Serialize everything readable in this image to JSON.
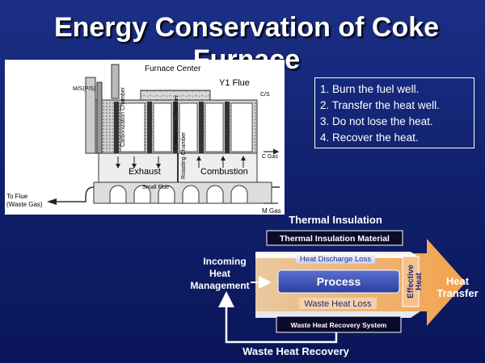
{
  "slide": {
    "title": "Energy Conservation of Coke Furnace"
  },
  "principles": [
    "1. Burn the fuel well.",
    "2. Transfer the heat well.",
    "3. Do not lose the heat.",
    "4. Recover the heat."
  ],
  "furnace_figure": {
    "labels": {
      "furnace_center": "Furnace Center",
      "y1_flue": "Y1 Flue",
      "ms_ps": "M/S(P/S)",
      "cs": "C/S",
      "carbonization_chamber": "Carbonization Chamber",
      "combustion_chamber_1": "Combustion Chamber",
      "exhaust": "Exhaust",
      "roasting_chamber": "Roasting Chamber",
      "combustion": "Combustion",
      "c_gas": "C Gas",
      "small_flue": "Small Flue",
      "to_flue": "To Flue",
      "waste_gas": "(Waste Gas)",
      "m_gas": "M Gas"
    }
  },
  "flow_diagram": {
    "thermal_insulation": "Thermal Insulation",
    "thermal_insulation_material": "Thermal Insulation Material",
    "heat_discharge_loss": "Heat Discharge Loss",
    "incoming_heat_line1": "Incoming",
    "incoming_heat_line2": "Heat",
    "incoming_heat_line3": "Management",
    "process": "Process",
    "effective_heat_line1": "Effective",
    "effective_heat_line2": "Heat",
    "heat_transfer_line1": "Heat",
    "heat_transfer_line2": "Transfer",
    "waste_heat_loss": "Waste Heat Loss",
    "waste_heat_recovery_system": "Waste Heat Recovery System",
    "waste_heat_recovery": "Waste Heat Recovery"
  }
}
